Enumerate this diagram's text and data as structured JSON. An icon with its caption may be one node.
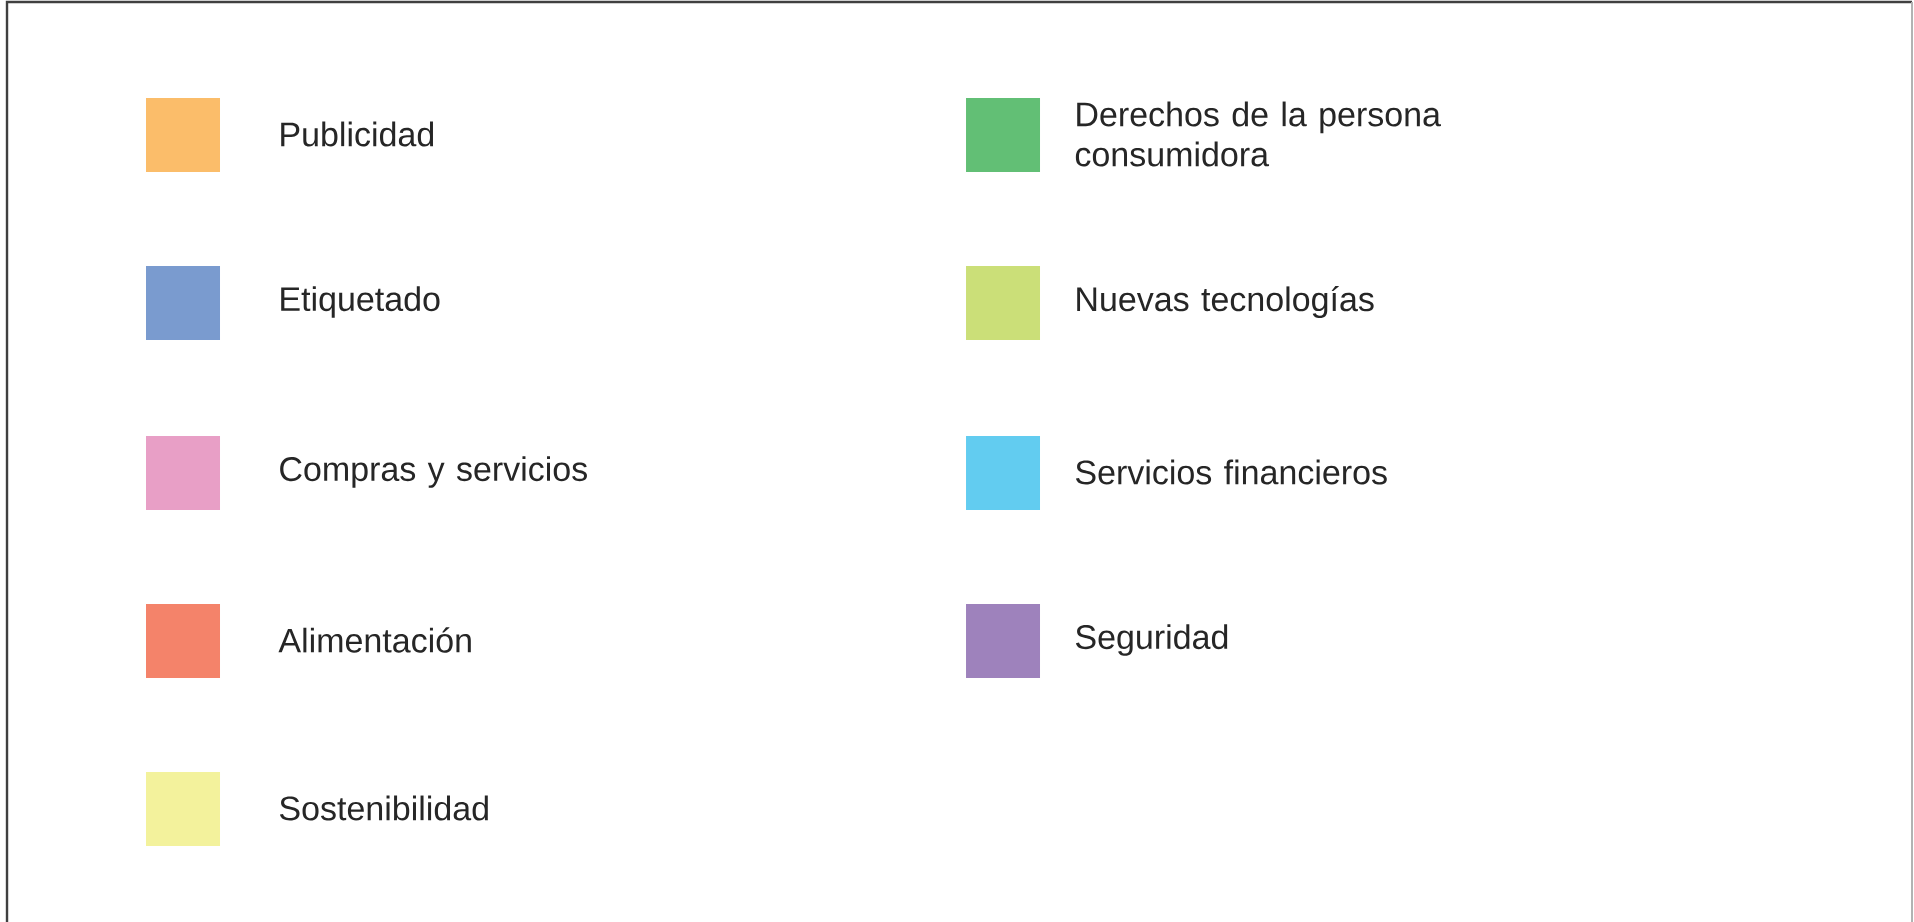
{
  "diagram": {
    "legend": [
      {
        "text": "Publicidad",
        "color": "#fbbd6a"
      },
      {
        "text": "Etiquetado",
        "color": "#7a9bcf"
      },
      {
        "text": "Compras y servicios",
        "color": "#e89fc6"
      },
      {
        "text": "Alimentación",
        "color": "#f4836a"
      },
      {
        "text": "Sostenibilidad",
        "color": "#f3f29c"
      },
      {
        "text": "Derechos de la persona consumidora",
        "color": "#62bf75"
      },
      {
        "text": "Nuevas tecnologías",
        "color": "#cbdf78"
      },
      {
        "text": "Servicios financieros",
        "color": "#62ccf0"
      },
      {
        "text": "Seguridad",
        "color": "#9e82bc"
      }
    ]
  }
}
